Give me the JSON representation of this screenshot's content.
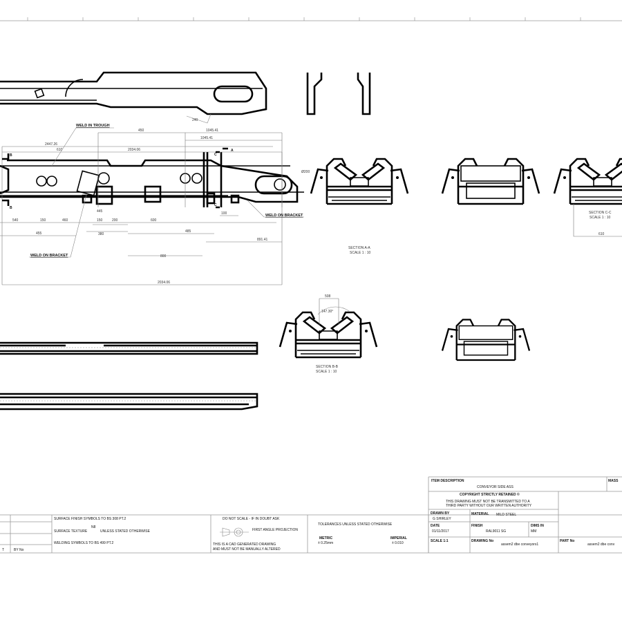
{
  "callouts": {
    "weld_trough": "WELD IN TROUGH",
    "weld_bracket_1": "WELD ON BRACKET",
    "weld_bracket_2": "WELD ON BRACKET"
  },
  "dimensions": {
    "top_240": "240",
    "d_450": "450",
    "d_1045_a": "1045.41",
    "d_1045_b": "1045.41",
    "d_2447": "2447.26",
    "d_610": "610",
    "d_2034_top": "2034.06",
    "d_540": "540",
    "d_150a": "150",
    "d_460": "460",
    "d_445": "445",
    "d_150b": "150",
    "d_200": "200",
    "d_600": "600",
    "d_100": "100",
    "d_455": "455",
    "d_380": "380",
    "d_485": "485",
    "d_891": "891.41",
    "d_800": "800",
    "d_2034_bot": "2034.06",
    "d_610_cc": "610",
    "d_508": "508",
    "ang_147": "147.30°",
    "d_dia": "Ø200"
  },
  "section_labels": {
    "aa_title": "SECTION A-A",
    "aa_scale": "SCALE 1 : 10",
    "bb_title": "SECTION B-B",
    "bb_scale": "SCALE 1 : 10",
    "cc_title": "SECTION C-C",
    "cc_scale": "SCALE 1 : 10"
  },
  "section_markers": {
    "a": "A",
    "b": "B",
    "c": "C"
  },
  "notes_block": {
    "note1": "SURFACE FINISH SYMBOLS TO BS 308 PT.2",
    "note2a": "SURFACE TEXTURE",
    "note2b": "UNLESS STATED OTHERWISE",
    "note2_sym": "N8",
    "note3": "WELDING SYMBOLS TO BS 499 PT.2",
    "rev_label": "T",
    "by_label": "BY No"
  },
  "scale_block": {
    "do_not_scale": "DO NOT SCALE - IF IN DOUBT ASK",
    "projection": "FIRST ANGLE PROJECTION",
    "cad_note1": "THIS IS A CAD GENERATED DRAWING",
    "cad_note2": "AND MUST NOT BE MANUALLY ALTERED"
  },
  "tolerance_block": {
    "title": "TOLERANCES UNLESS STATED OTHERWISE",
    "metric_label": "METRIC",
    "metric_value": "± 0.25mm",
    "imperial_label": "IMPERIAL",
    "imperial_value": "± 0.010"
  },
  "title_block": {
    "item_desc_label": "ITEM DESCRIPTION",
    "item_desc_value": "CONVEYOR SIDE ASS",
    "mass_label": "MASS",
    "copyright": "COPYRIGHT STRICTLY RETAINED ©",
    "copyright_note1": "THIS DRAWING MUST NOT BE TRANSMITTED TO A",
    "copyright_note2": "THIRD PARTY WITHOUT OUR WRITTEN AUTHORITY",
    "drawn_by_label": "DRAWN BY",
    "drawn_by_value": "G SHIRLEY",
    "material_label": "MATERIAL",
    "material_value": "MILD STEEL",
    "date_label": "DATE",
    "date_value": "01/11/2017",
    "finish_label": "FINISH",
    "finish_value": "RAL9011 SG",
    "dims_label": "DIMS IN",
    "dims_value": "MM",
    "scale_label": "SCALE 1:1",
    "drawing_no_label": "DRAWING No",
    "drawing_no_value": "assem2 dbe conveyors1",
    "part_no_label": "PART No",
    "part_no_value": "assem2 dbe conv"
  }
}
